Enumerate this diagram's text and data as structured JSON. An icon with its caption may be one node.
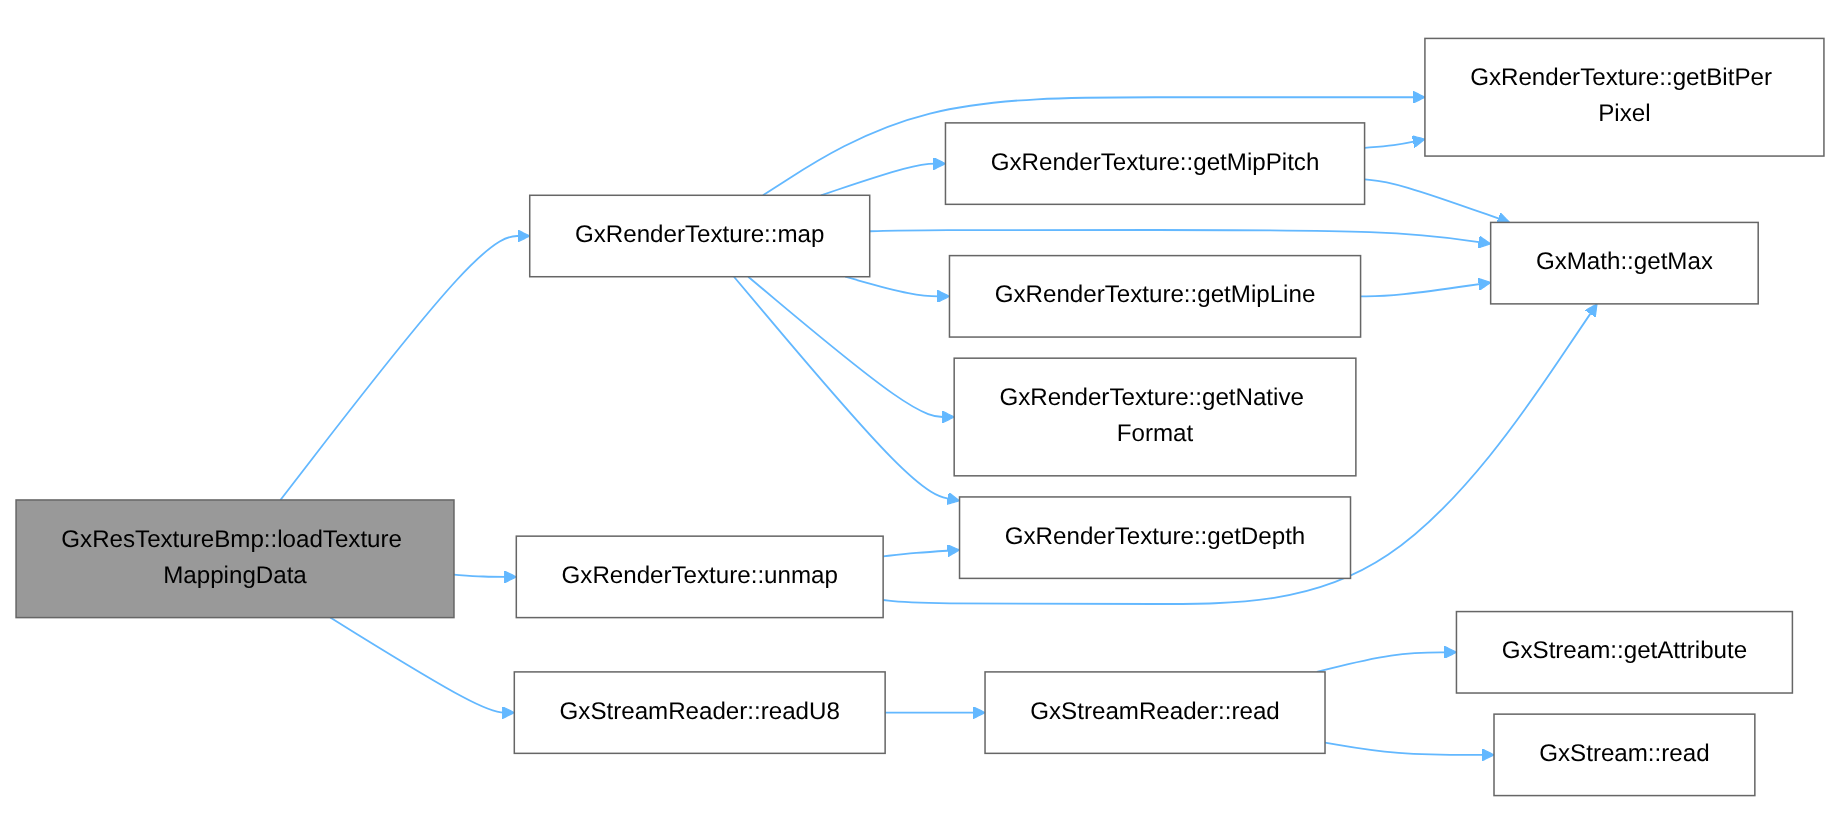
{
  "diagram": {
    "nodes": [
      {
        "text": [
          "GxResTextureBmp::loadTexture MappingData"
        ]
      },
      {
        "text": [
          "GxRenderTexture::map"
        ]
      },
      {
        "text": [
          "GxRenderTexture::unmap"
        ]
      },
      {
        "text": [
          "GxStreamReader::readU8"
        ]
      },
      {
        "text": [
          "GxRenderTexture::getMipPitch"
        ]
      },
      {
        "text": [
          "GxRenderTexture::getMipLine"
        ]
      },
      {
        "text": [
          "GxRenderTexture::getNative Format"
        ]
      },
      {
        "text": [
          "GxRenderTexture::getDepth"
        ]
      },
      {
        "text": [
          "GxStreamReader::read"
        ]
      },
      {
        "text": [
          "GxRenderTexture::getBitPer Pixel"
        ]
      },
      {
        "text": [
          "GxMath::getMax"
        ]
      },
      {
        "text": [
          "GxStream::getAttribute"
        ]
      },
      {
        "text": [
          "GxStream::read"
        ]
      }
    ],
    "edges": [
      {
        "from": 0,
        "to": 1,
        "arrow": "to"
      },
      {
        "from": 0,
        "to": 2,
        "arrow": "to"
      },
      {
        "from": 0,
        "to": 3,
        "arrow": "to"
      },
      {
        "from": 1,
        "to": 9,
        "arrow": "to"
      },
      {
        "from": 1,
        "to": 4,
        "arrow": "to"
      },
      {
        "from": 1,
        "to": 10,
        "arrow": "to"
      },
      {
        "from": 1,
        "to": 5,
        "arrow": "to"
      },
      {
        "from": 1,
        "to": 6,
        "arrow": "to"
      },
      {
        "from": 1,
        "to": 7,
        "arrow": "to"
      },
      {
        "from": 4,
        "to": 9,
        "arrow": "to"
      },
      {
        "from": 4,
        "to": 10,
        "arrow": "to"
      },
      {
        "from": 5,
        "to": 10,
        "arrow": "to"
      },
      {
        "from": 2,
        "to": 7,
        "arrow": "to"
      },
      {
        "from": 2,
        "to": 10,
        "arrow": "to"
      },
      {
        "from": 3,
        "to": 8,
        "arrow": "to"
      },
      {
        "from": 8,
        "to": 11,
        "arrow": "to"
      },
      {
        "from": 8,
        "to": 12,
        "arrow": "to"
      }
    ]
  }
}
